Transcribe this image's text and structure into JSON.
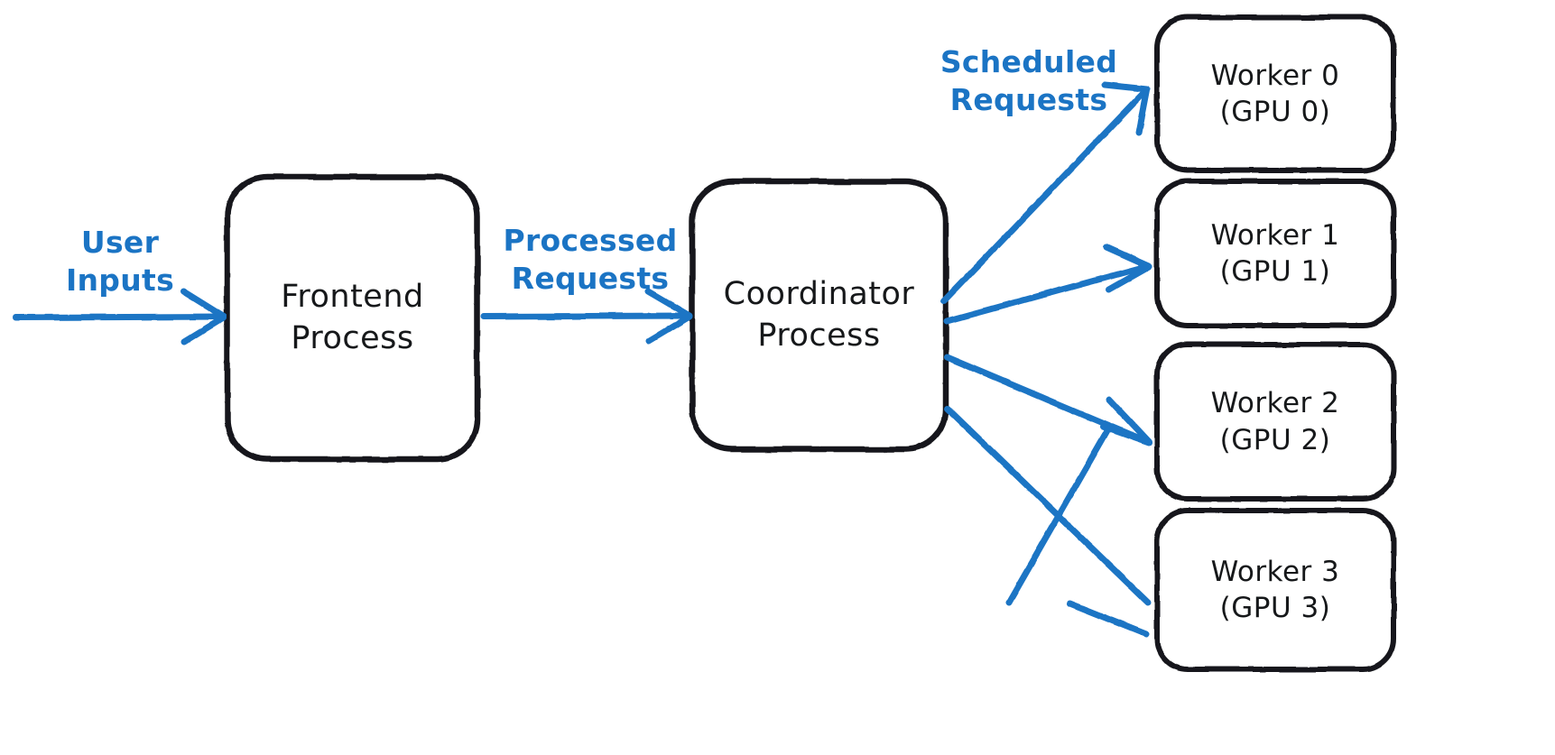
{
  "diagram": {
    "title": "Distributed inference serving architecture",
    "background_color": "#ffffff",
    "stroke_color": "#16181a",
    "accent_color": "#1b74c4",
    "nodes": [
      {
        "id": "frontend",
        "line1": "Frontend",
        "line2": "Process"
      },
      {
        "id": "coordinator",
        "line1": "Coordinator",
        "line2": "Process"
      },
      {
        "id": "worker0",
        "line1": "Worker 0",
        "line2": "(GPU 0)"
      },
      {
        "id": "worker1",
        "line1": "Worker 1",
        "line2": "(GPU 1)"
      },
      {
        "id": "worker2",
        "line1": "Worker 2",
        "line2": "(GPU 2)"
      },
      {
        "id": "worker3",
        "line1": "Worker 3",
        "line2": "(GPU 3)"
      }
    ],
    "edge_labels": [
      {
        "id": "user-inputs",
        "text": "User\nInputs"
      },
      {
        "id": "processed-requests",
        "text": "Processed\nRequests"
      },
      {
        "id": "scheduled-requests",
        "text": "Scheduled\nRequests"
      }
    ]
  }
}
